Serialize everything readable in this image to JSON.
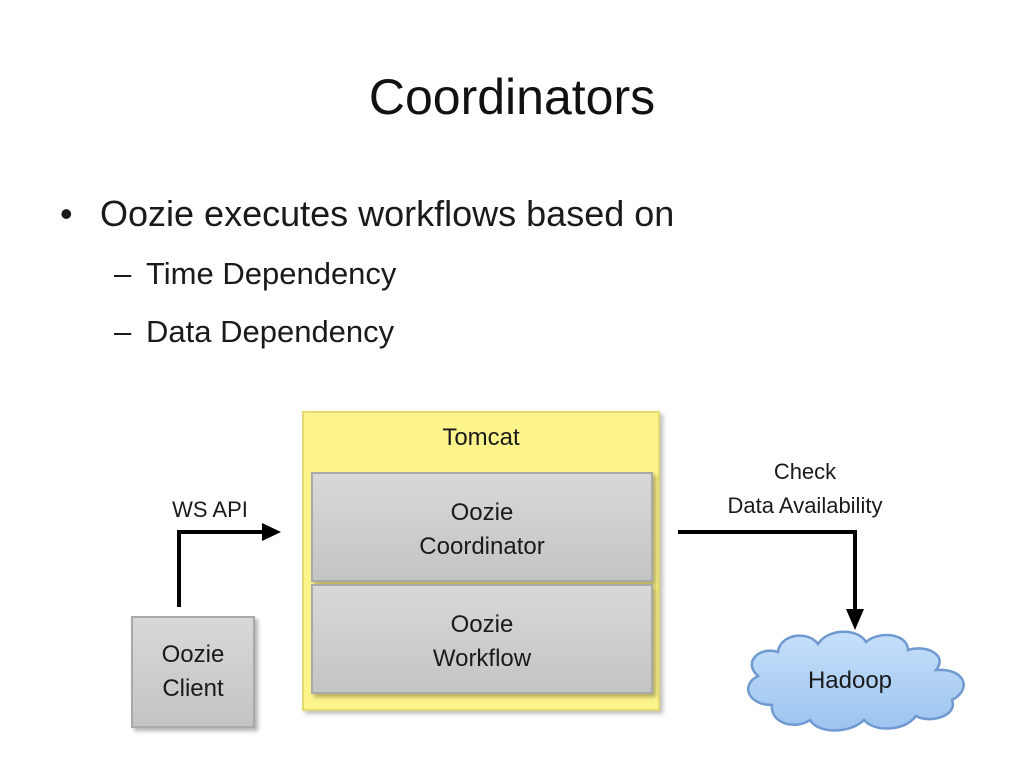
{
  "slide": {
    "title": "Coordinators",
    "bullet": "Oozie executes workflows based on",
    "bullet_marker": "•",
    "sub_marker": "–",
    "sub_items": [
      "Time Dependency",
      "Data Dependency"
    ]
  },
  "diagram": {
    "tomcat_label": "Tomcat",
    "coordinator": {
      "line1": "Oozie",
      "line2": "Coordinator"
    },
    "workflow": {
      "line1": "Oozie",
      "line2": "Workflow"
    },
    "client": {
      "line1": "Oozie",
      "line2": "Client"
    },
    "ws_api_label": "WS API",
    "check_label": {
      "line1": "Check",
      "line2": "Data Availability"
    },
    "hadoop_label": "Hadoop"
  },
  "colors": {
    "tomcat_fill": "#fdf58b",
    "box_fill": "#cfcfcf",
    "cloud_fill": "#a9cdf3",
    "cloud_stroke": "#6f9ad1",
    "arrow": "#000000"
  }
}
